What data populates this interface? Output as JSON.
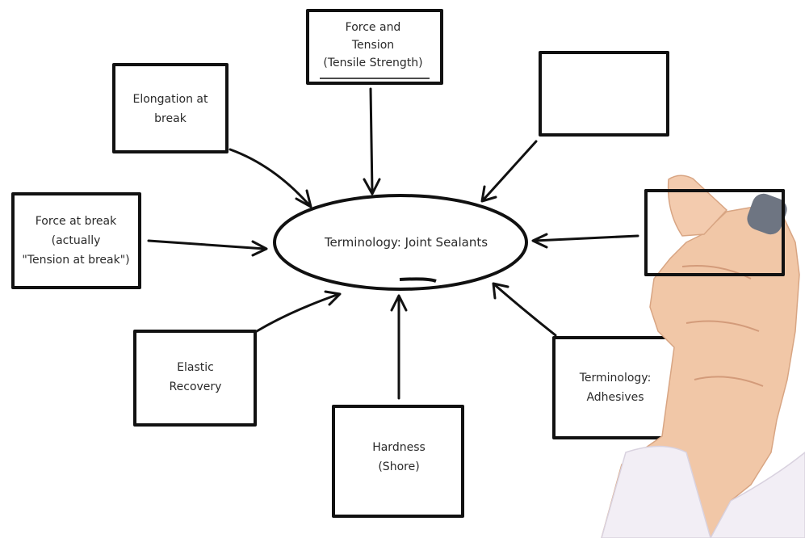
{
  "diagram": {
    "center": {
      "label": "Terminology: Joint Sealants"
    },
    "nodes": [
      {
        "id": "force-tension",
        "lines": [
          "Force and",
          "Tension",
          "(Tensile Strength)"
        ]
      },
      {
        "id": "elongation",
        "lines": [
          "Elongation at",
          "break"
        ]
      },
      {
        "id": "blank-top-right",
        "lines": []
      },
      {
        "id": "force-at-break",
        "lines": [
          "Force at break",
          "(actually",
          "\"Tension at break\")"
        ]
      },
      {
        "id": "blank-right",
        "lines": []
      },
      {
        "id": "elastic-recovery",
        "lines": [
          "Elastic",
          "Recovery"
        ]
      },
      {
        "id": "hardness",
        "lines": [
          "Hardness",
          "(Shore)"
        ]
      },
      {
        "id": "terminology-adhesives",
        "lines": [
          "Terminology:",
          "Adhesives"
        ]
      }
    ]
  }
}
